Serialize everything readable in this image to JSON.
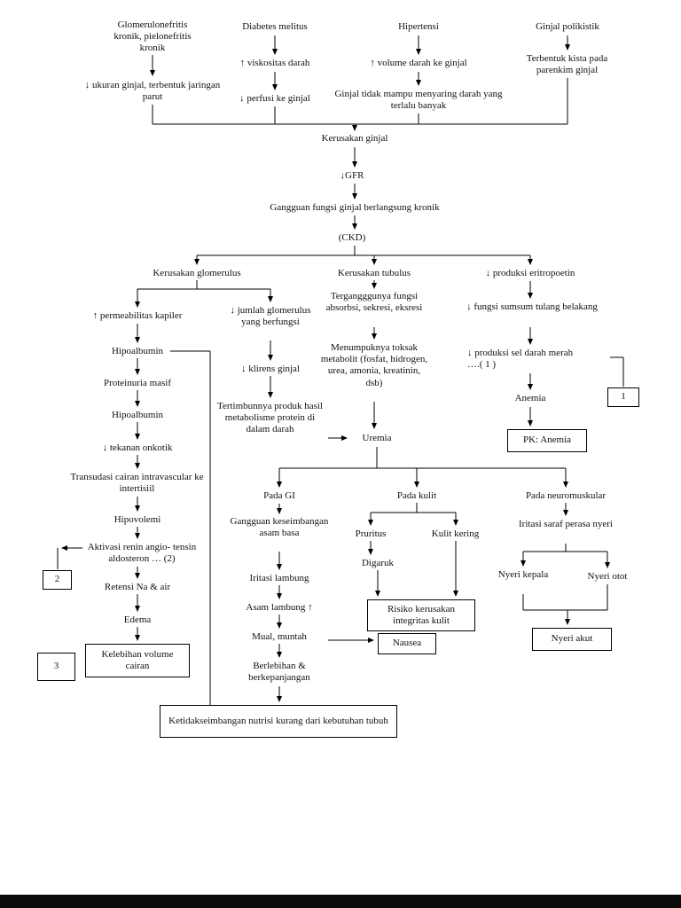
{
  "colors": {
    "background": "#ffffff",
    "line": "#000000",
    "text": "#111111",
    "footer_bar": "#0b0b0b"
  },
  "nodes": {
    "glomerulonefritis": "Glomerulonefritis kronik, pielonefritis kronik",
    "diabetes_melitus": "Diabetes melitus",
    "hipertensi": "Hipertensi",
    "ginjal_polikistik": "Ginjal polikistik",
    "ukuran_ginjal": "↓ ukuran ginjal, terbentuk jaringan parut",
    "viskositas_darah": "↑ viskositas darah",
    "volume_darah": "↑ volume darah ke ginjal",
    "terbentuk_kista": "Terbentuk kista pada parenkim ginjal",
    "perfusi_ginjal": "↓ perfusi ke ginjal",
    "ginjal_tidak_mampu": "Ginjal tidak mampu menyaring darah yang terlalu banyak",
    "kerusakan_ginjal": "Kerusakan ginjal",
    "gfr": "↓GFR",
    "gangguan_fungsi": "Gangguan fungsi ginjal berlangsung kronik",
    "ckd": "(CKD)",
    "kerusakan_glomerulus": "Kerusakan glomerulus",
    "kerusakan_tubulus": "Kerusakan tubulus",
    "produksi_eritropoetin": "↓ produksi eritropoetin",
    "permeabilitas_kapiler": "↑ permeabilitas kapiler",
    "hipoalbumin_1": "Hipoalbumin",
    "proteinuria_masif": "Proteinuria masif",
    "hipoalbumin_2": "Hipoalbumin",
    "tekanan_onkotik": "↓ tekanan onkotik",
    "transudasi": "Transudasi cairan intravascular ke intertisiil",
    "hipovolemi": "Hipovolemi",
    "aktivasi_renin": "Aktivasi renin angio- tensin aldosteron … (2)",
    "retensi_na_air": "Retensi Na & air",
    "edema": "Edema",
    "kelebihan_volume": "Kelebihan volume cairan",
    "ref_2": "2",
    "ref_3": "3",
    "ref_1": "1",
    "jumlah_glomerulus": "↓ jumlah glomerulus yang berfungsi",
    "klirens_ginjal": "↓ klirens ginjal",
    "tertimbunnya": "Tertimbunnya produk hasil metabolisme protein di dalam darah",
    "terganggunya_fungsi": "Tergangggunya fungsi absorbsi, sekresi, eksresi",
    "menumpuknya_toksak": "Menumpuknya toksak metabolit (fosfat, hidrogen, urea, amonia, kreatinin, dsb)",
    "uremia": "Uremia",
    "pada_gi": "Pada GI",
    "gangguan_asam_basa": "Gangguan keseimbangan asam basa",
    "iritasi_lambung": "Iritasi lambung",
    "asam_lambung": "Asam lambung ↑",
    "mual_muntah": "Mual, muntah",
    "berlebihan": "Berlebihan & berkepanjangan",
    "ketidakseimbangan_nutrisi": "Ketidakseimbangan nutrisi kurang dari kebutuhan tubuh",
    "nausea": "Nausea",
    "pada_kulit": "Pada kulit",
    "pruritus": "Pruritus",
    "kulit_kering": "Kulit kering",
    "digaruk": "Digaruk",
    "risiko_integritas_kulit": "Risiko kerusakan integritas kulit",
    "pada_neuromuskular": "Pada neuromuskular",
    "iritasi_saraf": "Iritasi saraf perasa nyeri",
    "nyeri_kepala": "Nyeri kepala",
    "nyeri_otot": "Nyeri otot",
    "nyeri_akut": "Nyeri akut",
    "fungsi_sumsum": "↓ fungsi sumsum tulang belakang",
    "produksi_sel_darah": "↓ produksi sel darah merah\n….( 1 )",
    "anemia": "Anemia",
    "pk_anemia": "PK: Anemia"
  }
}
